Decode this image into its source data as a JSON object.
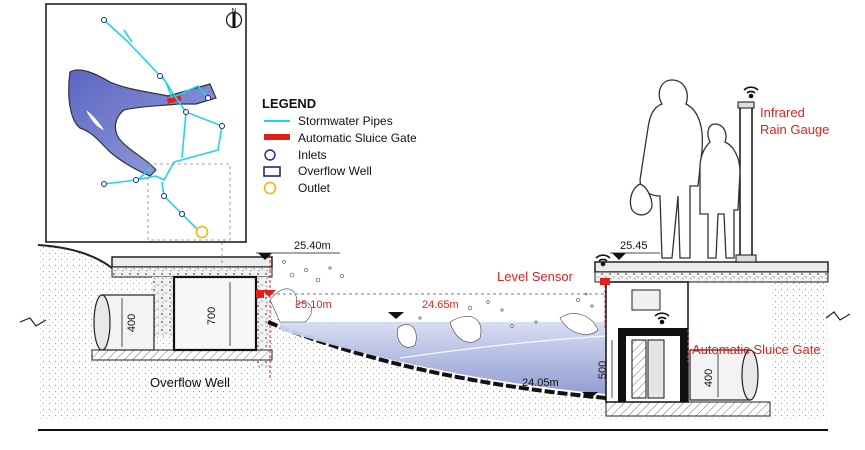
{
  "legend": {
    "title": "LEGEND",
    "items": [
      {
        "label": "Stormwater Pipes",
        "symbol": "line"
      },
      {
        "label": "Automatic Sluice Gate",
        "symbol": "bar"
      },
      {
        "label": "Inlets",
        "symbol": "circle"
      },
      {
        "label": "Overflow Well",
        "symbol": "rect"
      },
      {
        "label": "Outlet",
        "symbol": "circle-yellow"
      }
    ]
  },
  "map": {
    "north_label": "N"
  },
  "labels": {
    "infrared_rain_gauge_line1": "Infrared",
    "infrared_rain_gauge_line2": "Rain Gauge",
    "level_sensor": "Level Sensor",
    "automatic_sluice_gate": "Automatic Sluice Gate",
    "overflow_well": "Overflow Well"
  },
  "elevations": {
    "left_ground": "25.40m",
    "right_ground": "25.45",
    "overflow": "25.10m",
    "water_level": "24.65m",
    "bottom": "24.05m"
  },
  "dimensions": {
    "left_pipe": "400",
    "well_height": "700",
    "right_depth": "500",
    "right_pipe": "400"
  },
  "colors": {
    "pipe": "#22d3e6",
    "gate": "#e0211b",
    "inlet": "#1f2a7a",
    "outlet": "#f2b705",
    "basin": "#6c74c9",
    "water": "#b9c1e6",
    "annotation": "#e0211b"
  }
}
